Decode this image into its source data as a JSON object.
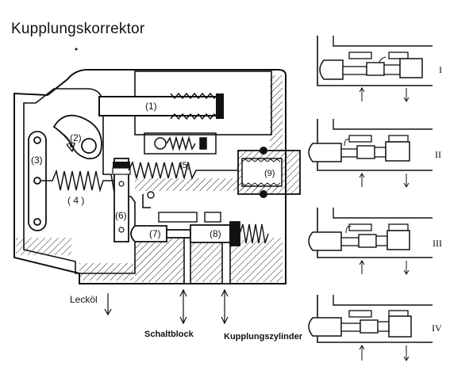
{
  "title": "Kupplungskorrektor",
  "part_labels": {
    "p1": "(1)",
    "p2": "(2)",
    "p3": "(3)",
    "p4": "( 4 )",
    "p5": "(5)",
    "p6": "(6)",
    "p7": "(7)",
    "p8": "(8)",
    "p9": "(9)"
  },
  "flow_labels": {
    "leak_oil": "Lecköl",
    "switch_block": "Schaltblock",
    "clutch_cylinder": "Kupplungszylinder"
  },
  "stages": [
    "I",
    "II",
    "III",
    "IV"
  ]
}
